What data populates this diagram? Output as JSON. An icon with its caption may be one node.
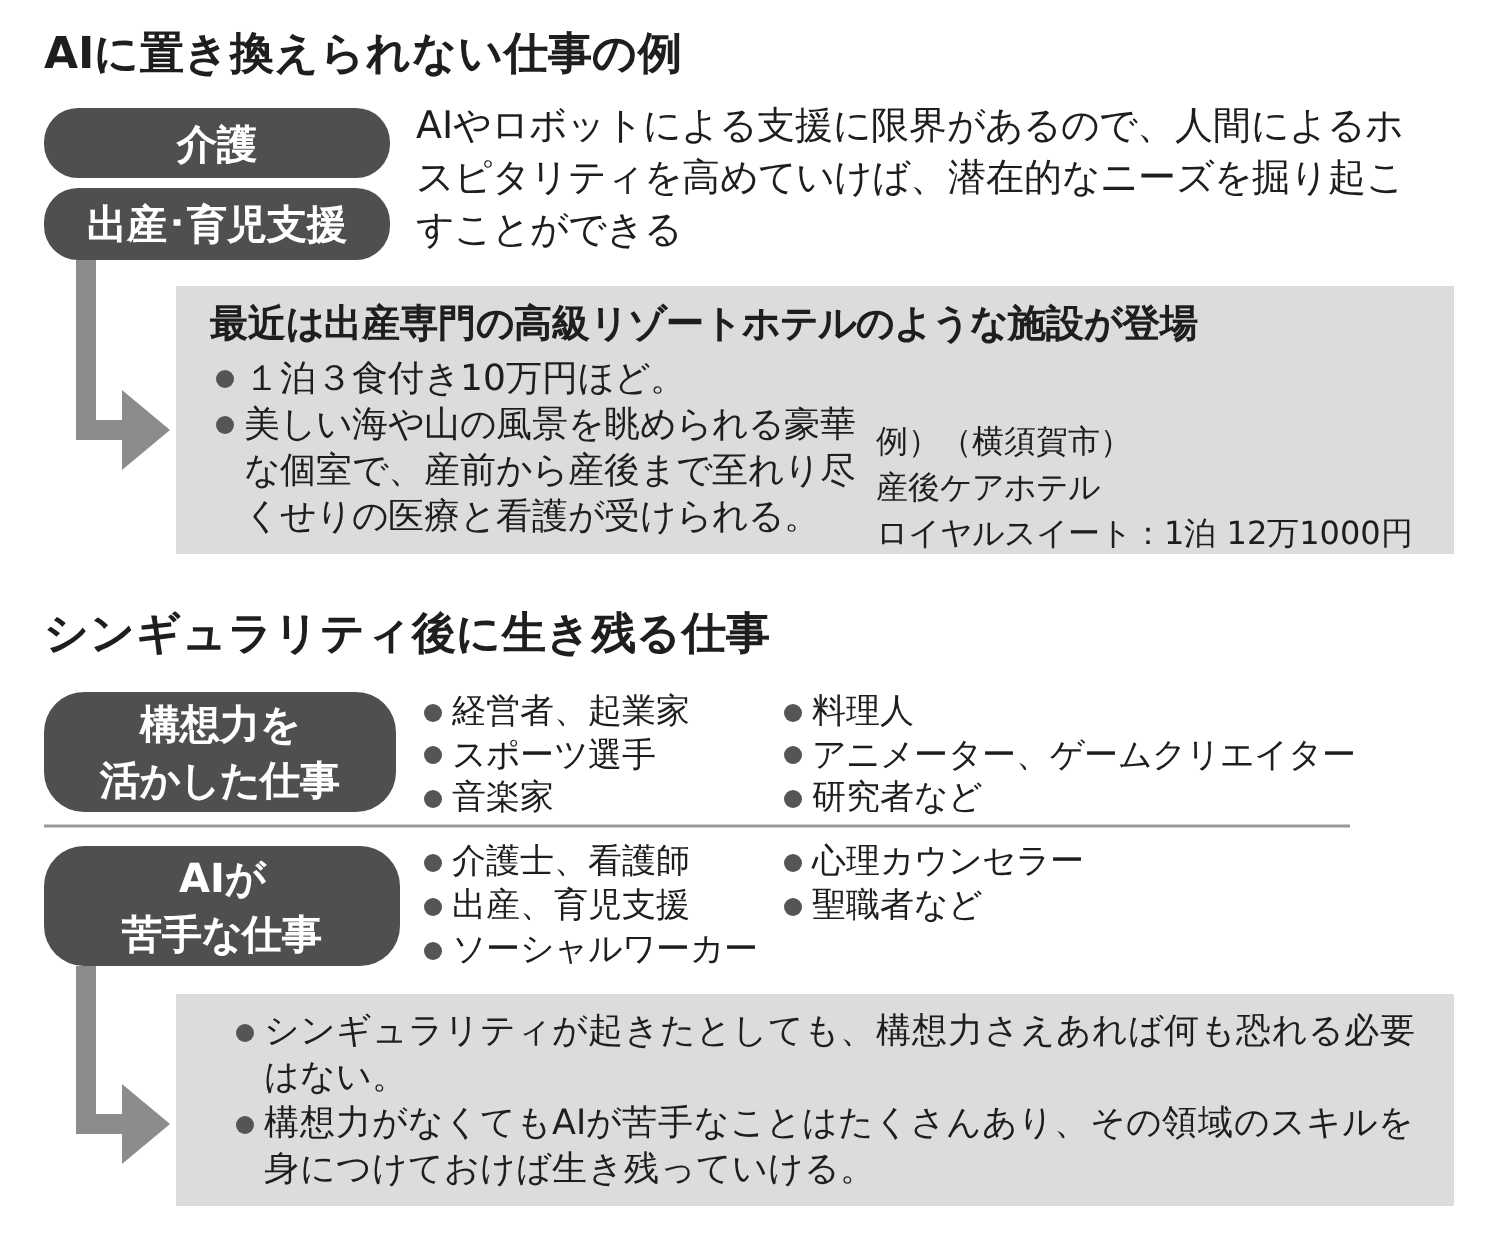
{
  "diagram": {
    "nodes": [
      {
        "text": [
          "介護"
        ]
      },
      {
        "text": [
          "出産･育児支援"
        ]
      },
      {
        "text": [
          "最近は出産専門の高級リゾートホテルのような施設が登場",
          "１泊３食付き10万円ほど。",
          "美しい海や山の風景を眺められる豪華な個室で、産前から産後まで至れり尽くせりの医療と看護が受けられる。",
          "例）（横須賀市）",
          "産後ケアホテル",
          "ロイヤルスイート：1泊 12万1000円"
        ]
      },
      {
        "text": [
          "構想力を活かした仕事"
        ],
        "beside": [
          "経営者、起業家",
          "スポーツ選手",
          "音楽家",
          "料理人",
          "アニメーター、ゲームクリエイター",
          "研究者など"
        ]
      },
      {
        "text": [
          "AIが苦手な仕事"
        ],
        "beside": [
          "介護士、看護師",
          "出産、育児支援",
          "ソーシャルワーカー",
          "心理カウンセラー",
          "聖職者など"
        ]
      },
      {
        "text": [
          "シンギュラリティが起きたとしても、構想力さえあれば何も恐れる必要はない。",
          "構想力がなくてもAIが苦手なことはたくさんあり、その領域のスキルを身につけておけば生き残っていける。"
        ]
      }
    ],
    "edges": [
      {
        "from": 1,
        "to": 2,
        "arrow": "to"
      },
      {
        "from": 4,
        "to": 5,
        "arrow": "to"
      }
    ],
    "labels": [
      "AIに置き換えられない仕事の例",
      "AIやロボットによる支援に限界があるので、人間によるホスピタリティを高めていけば、潜在的なニーズを掘り起こすことができる",
      "シンギュラリティ後に生き残る仕事"
    ]
  }
}
